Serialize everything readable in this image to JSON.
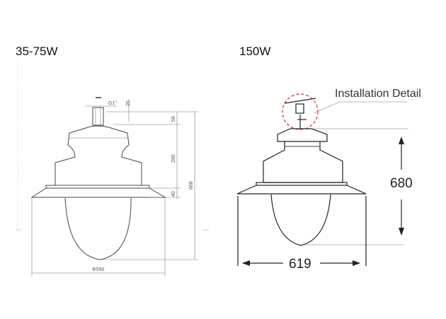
{
  "left": {
    "title": "35-75W",
    "labels": {
      "thread": "G1\"",
      "d25": "25",
      "d58": "58",
      "d290": "290",
      "d40": "40",
      "d668": "668",
      "diameter": "Φ590"
    }
  },
  "right": {
    "title": "150W",
    "callout": "Installation Detail",
    "height": "680",
    "width": "619",
    "callout_color": "#d9393f"
  }
}
